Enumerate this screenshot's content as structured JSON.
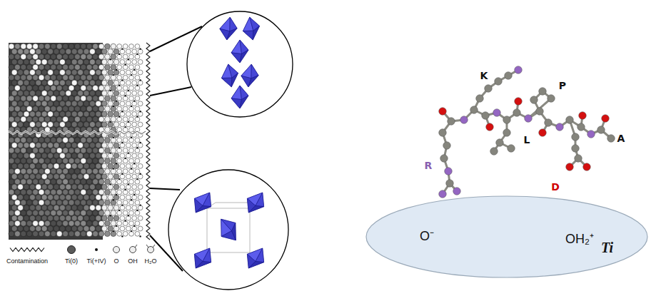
{
  "diagram": {
    "nodes": [
      {
        "text": [
          "Ti"
        ]
      },
      {
        "text": [
          "O⁻"
        ],
        "in": 0
      },
      {
        "text": [
          "OH₂⁺"
        ],
        "in": 0
      }
    ],
    "labels": [
      "R",
      "K",
      "L",
      "P",
      "A",
      "D"
    ],
    "legend": [
      {
        "text": "Contamination"
      },
      {
        "text": "Ti(0)"
      },
      {
        "text": "Ti(+IV)"
      },
      {
        "text": "O"
      },
      {
        "text": "OH"
      },
      {
        "text": "H₂O"
      }
    ]
  }
}
